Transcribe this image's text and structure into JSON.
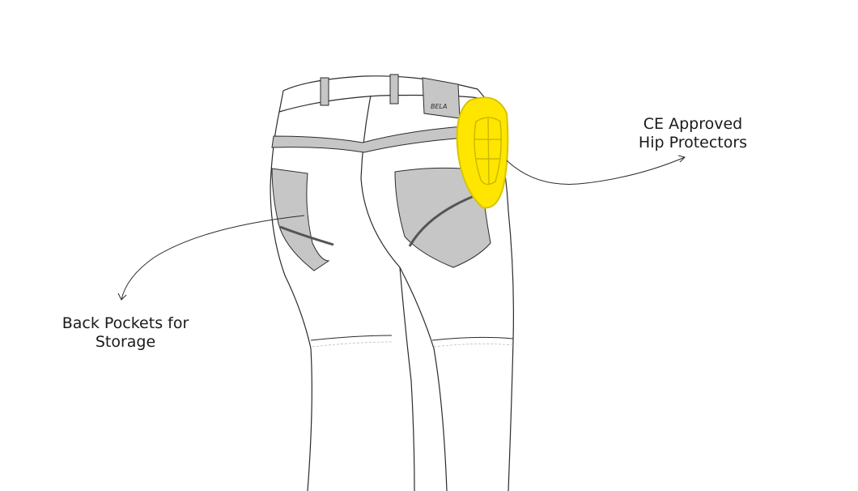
{
  "illustration": {
    "brand_mark": "BELA",
    "colors": {
      "outline": "#2b2b2b",
      "pocket_fill": "#c6c6c6",
      "protector_fill": "#ffe600",
      "protector_outline": "#d8c400",
      "background": "#ffffff"
    }
  },
  "callouts": {
    "hip_protectors": {
      "line1": "CE Approved",
      "line2": "Hip Protectors"
    },
    "back_pockets": {
      "line1": "Back Pockets for",
      "line2": "Storage"
    }
  }
}
